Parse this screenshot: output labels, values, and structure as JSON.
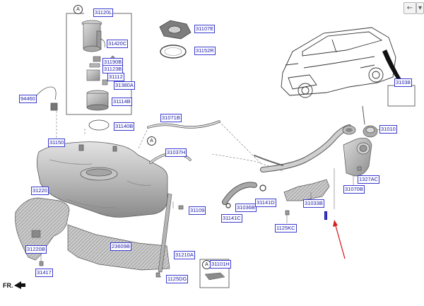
{
  "nav": {
    "back_glyph": "←",
    "menu_glyph": "▾"
  },
  "orientation": {
    "text": "FR."
  },
  "callouts": {
    "a": "A"
  },
  "parts": {
    "p31120L": "31120L",
    "p31420C": "31420C",
    "p31190B": "31190B",
    "p31123B": "31123B",
    "p31112": "31112",
    "p31380A": "31380A",
    "p31114B": "31114B",
    "p94460": "94460",
    "p31107E": "31107E",
    "p31152R": "31152R",
    "p31038": "31038",
    "p31071B": "31071B",
    "p31140B": "31140B",
    "p31150": "31150",
    "p31037H": "31037H",
    "p31010": "31010",
    "p1327AC": "1327AC",
    "p31070B": "31070B",
    "p31220": "31220",
    "p31109": "31109",
    "p31036B": "31036B",
    "p31141D": "31141D",
    "p31033B": "31033B",
    "p31141C": "31141C",
    "p1125KC": "1125KC",
    "p31220B": "31220B",
    "p23609B": "23609B",
    "p31210A": "31210A",
    "p31101H": "31101H",
    "p31417": "31417",
    "p1125DG": "1125DG"
  },
  "colors": {
    "label_text": "#1a1aa8",
    "label_border": "#3a3ad0",
    "highlight_fill": "#3d3ddc",
    "arrow": "#d42020"
  }
}
